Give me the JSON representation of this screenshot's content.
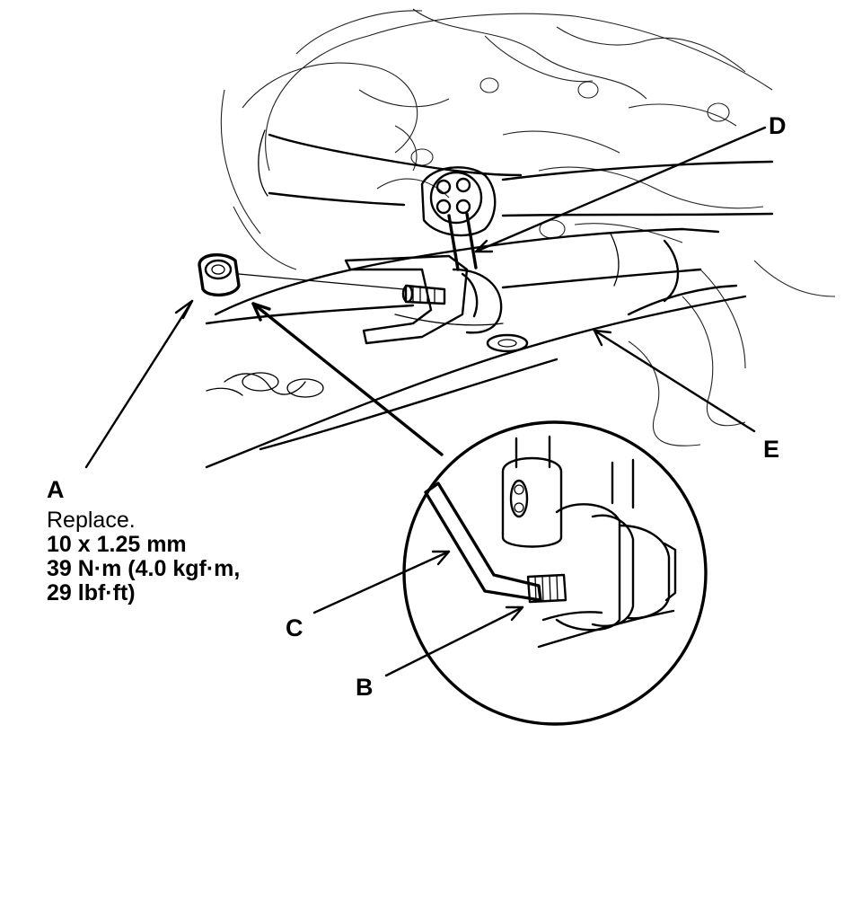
{
  "diagram": {
    "callouts": {
      "a": "A",
      "b": "B",
      "c": "C",
      "d": "D",
      "e": "E"
    },
    "spec": {
      "line1": "Replace.",
      "line2": "10 x 1.25 mm",
      "line3": "39 N·m (4.0 kgf·m,",
      "line4": "29 lbf·ft)"
    }
  }
}
